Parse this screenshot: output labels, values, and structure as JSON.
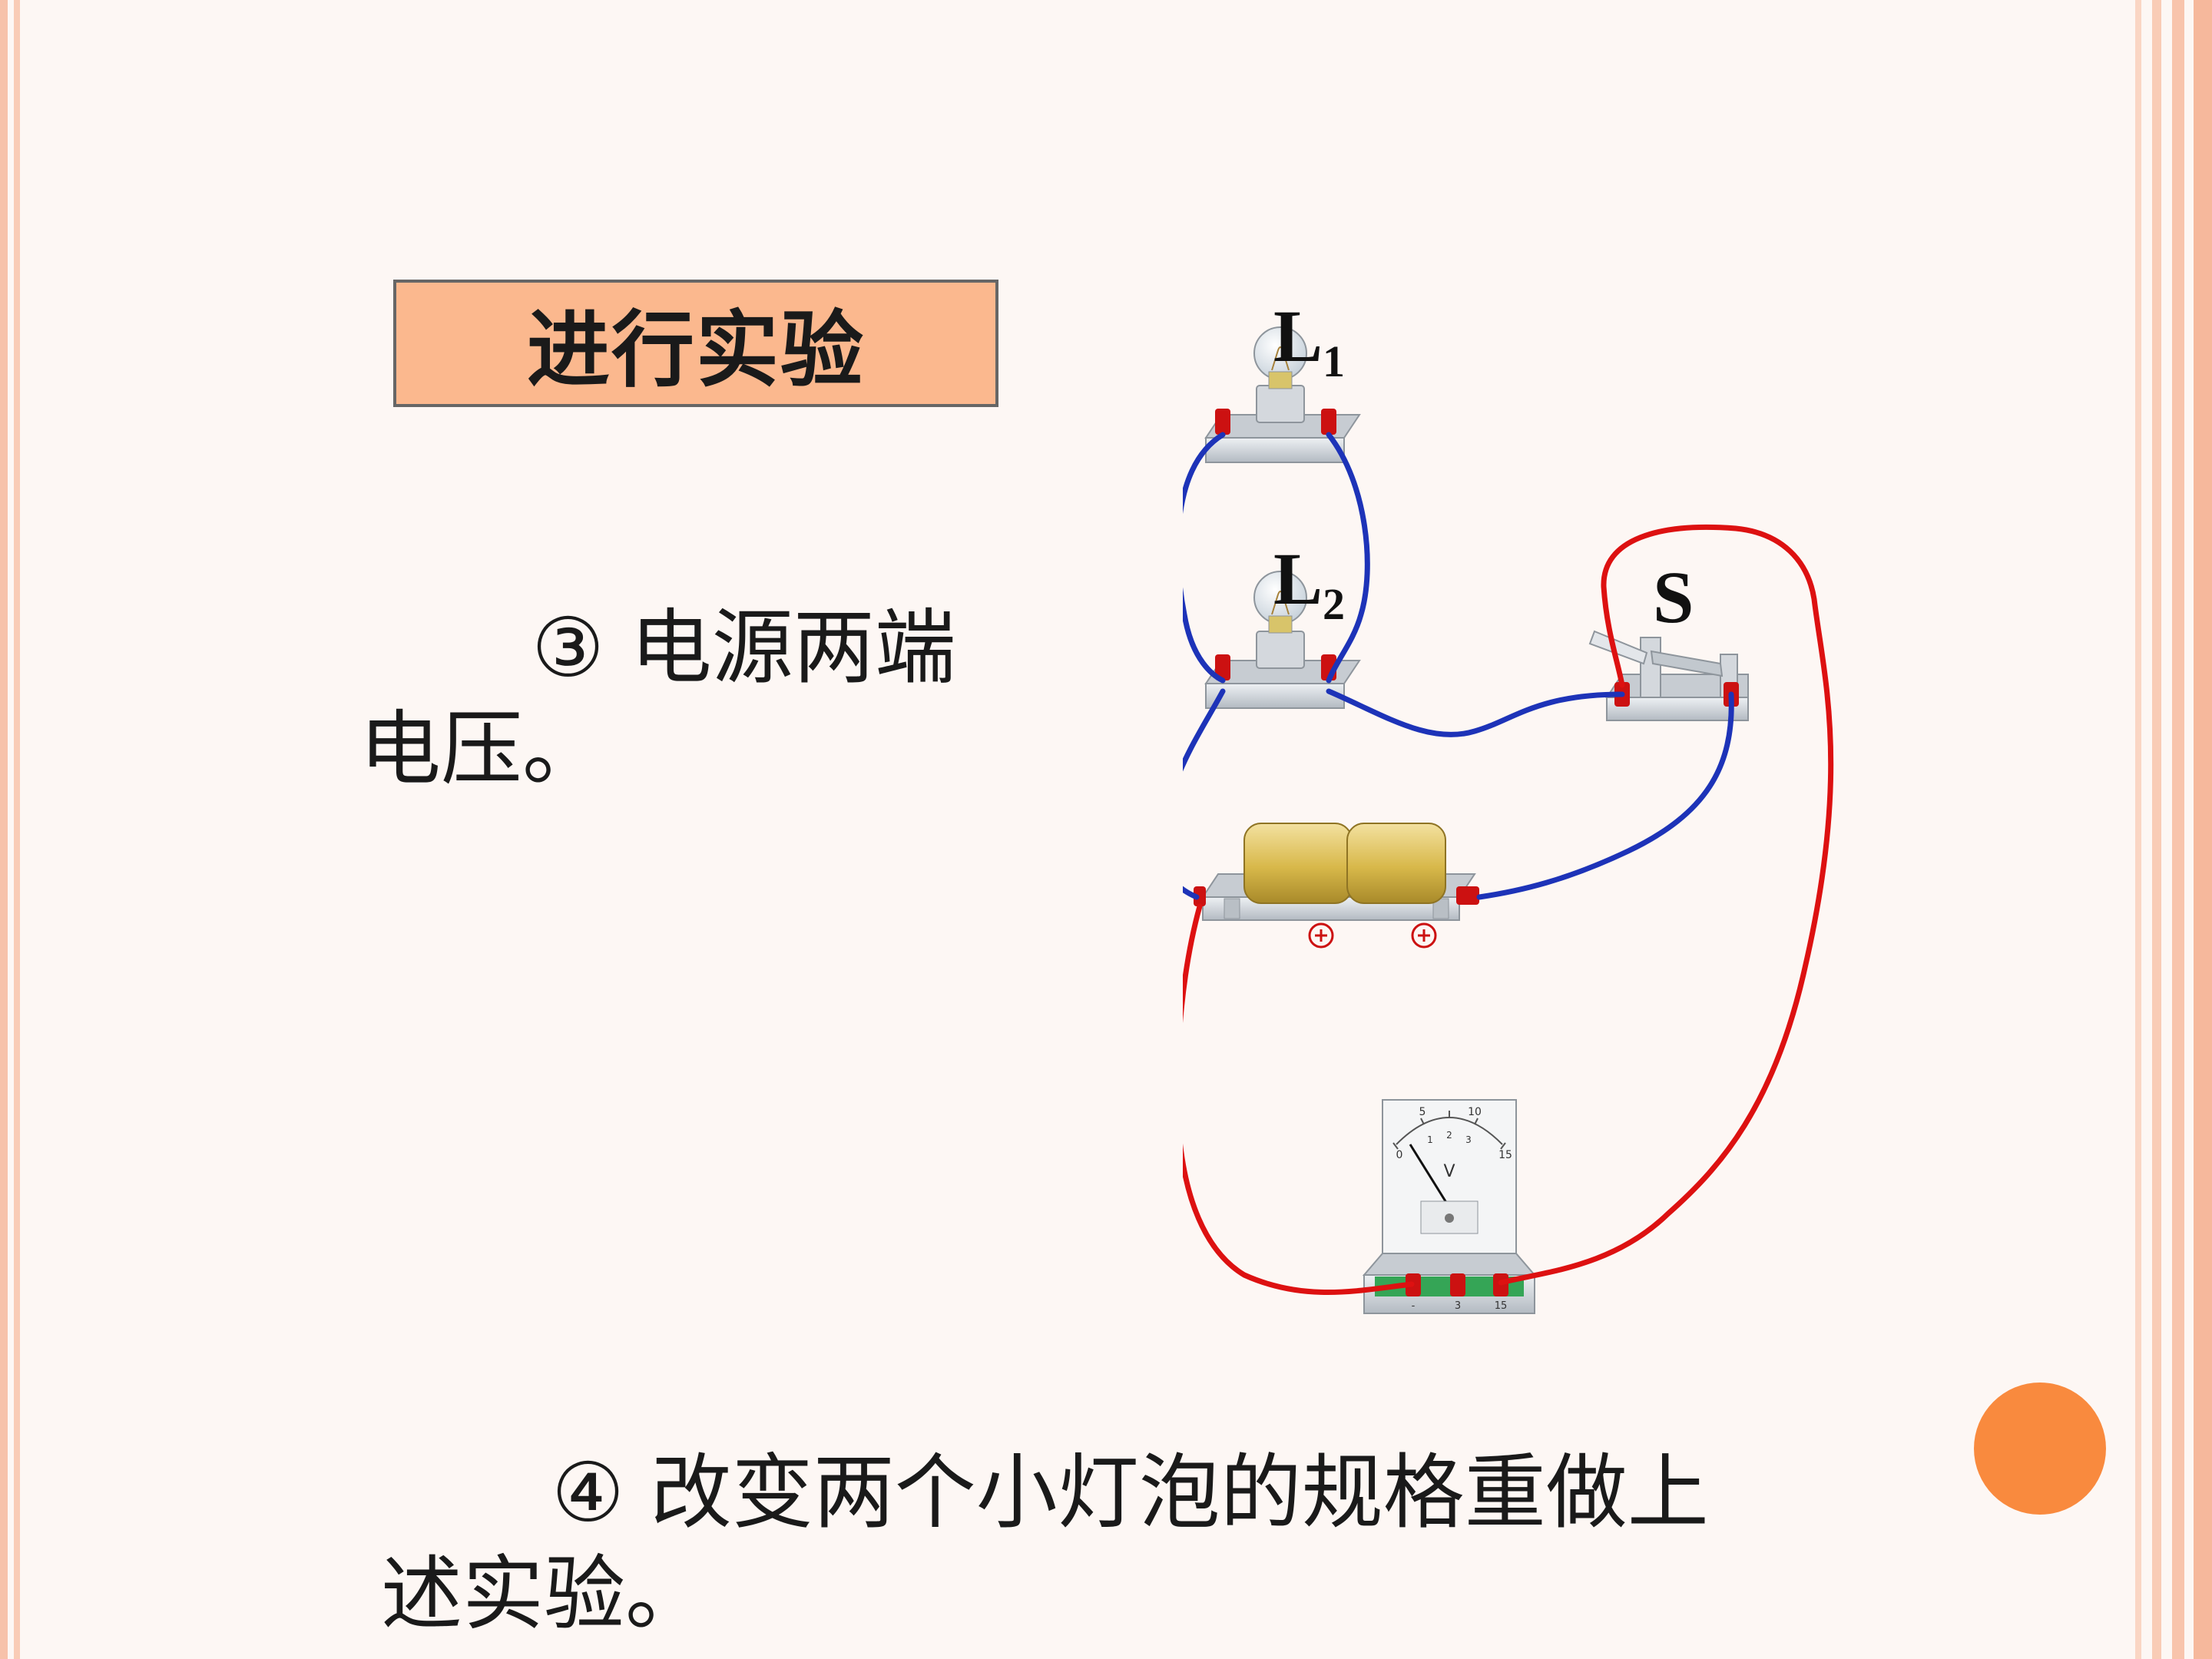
{
  "title": "进行实验",
  "step3": {
    "line1": "③ 电源两端",
    "line2": "电压。"
  },
  "step4": {
    "line1": "④ 改变两个小灯泡的规格重做上",
    "line2": "述实验。"
  },
  "diagram": {
    "lamp1": {
      "letter": "L",
      "sub": "1"
    },
    "lamp2": {
      "letter": "L",
      "sub": "2"
    },
    "switch_label": "S",
    "meter_unit": "V",
    "meter_ticks": [
      "0",
      "5",
      "10",
      "15"
    ],
    "meter_inner_ticks": [
      "1",
      "2",
      "3"
    ],
    "terminal_labels": [
      "-",
      "3",
      "15"
    ]
  },
  "colors": {
    "accent": "#f98a3e",
    "title_bg": "#fbb88e",
    "wire_blue": "#1d33b8",
    "wire_red": "#dd1111",
    "battery": "#d8b84a",
    "terminal": "#cc1111"
  }
}
